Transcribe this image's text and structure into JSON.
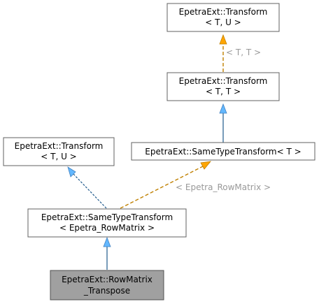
{
  "nodes": {
    "transform_tu_top": {
      "line1": "EpetraExt::Transform",
      "line2": "< T, U >"
    },
    "transform_tt": {
      "line1": "EpetraExt::Transform",
      "line2": "< T, T >"
    },
    "transform_tu_left": {
      "line1": "EpetraExt::Transform",
      "line2": "< T, U >"
    },
    "same_type_transform_t": {
      "line1": "EpetraExt::SameTypeTransform< T >"
    },
    "same_type_transform_rowmatrix": {
      "line1": "EpetraExt::SameTypeTransform",
      "line2": "< Epetra_RowMatrix >"
    },
    "rowmatrix_transpose": {
      "line1": "EpetraExt::RowMatrix",
      "line2": "_Transpose"
    }
  },
  "edge_labels": {
    "tt_instantiation": "< T, T >",
    "rowmatrix_instantiation": "< Epetra_RowMatrix >"
  },
  "colors": {
    "inheritance_arrow": "#63b8ff",
    "template_arrow": "#ffa500",
    "current_node_fill": "#a0a0a0"
  }
}
